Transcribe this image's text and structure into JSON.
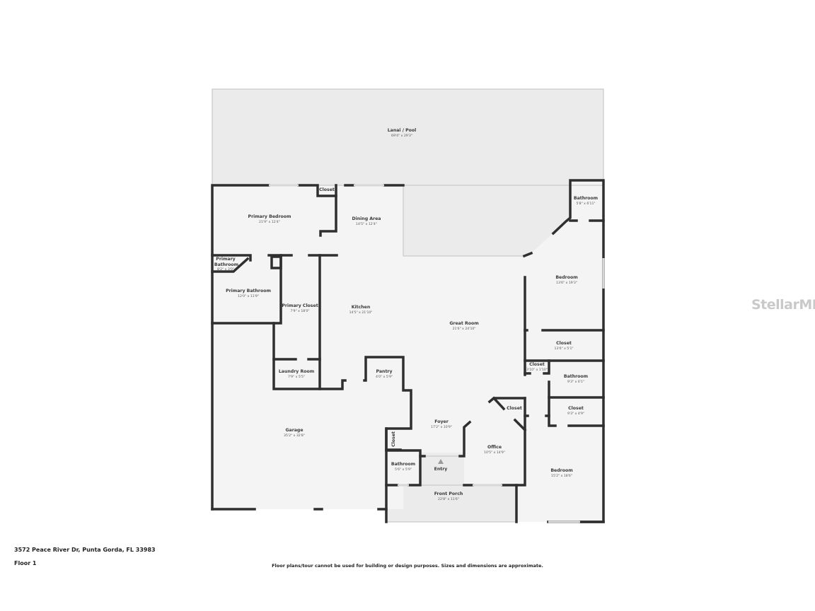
{
  "rooms": {
    "lanai": {
      "name": "Lanai / Pool",
      "dim": "69'4\" x 29'3\""
    },
    "primary_bedroom": {
      "name": "Primary Bedroom",
      "dim": "21'9\" x 12'4\""
    },
    "primary_bedroom_closet": {
      "name": "Closet"
    },
    "dining": {
      "name": "Dining Area",
      "dim": "14'5\" x 12'4\""
    },
    "primary_bathroom_small": {
      "name_line1": "Primary",
      "name_line2": "Bathroom",
      "dim": "8'2\" x 3'0\""
    },
    "primary_bathroom": {
      "name": "Primary Bathroom",
      "dim": "12'0\" x 11'9\""
    },
    "primary_closet": {
      "name": "Primary Closet",
      "dim": "7'9\" x 18'0\""
    },
    "kitchen": {
      "name": "Kitchen",
      "dim": "14'5\" x 21'10\""
    },
    "great_room": {
      "name": "Great Room",
      "dim": "21'6\" x 24'10\""
    },
    "bathroom_ne": {
      "name": "Bathroom",
      "dim": "5'8\" x 6'11\""
    },
    "bedroom_e": {
      "name": "Bedroom",
      "dim": "13'6\" x 19'3\""
    },
    "closet_e": {
      "name": "Closet",
      "dim": "13'6\" x 5'1\""
    },
    "closet_small": {
      "name": "Closet",
      "dim": "3'10\" x 1'10\""
    },
    "bathroom_e": {
      "name": "Bathroom",
      "dim": "9'3\" x 6'1\""
    },
    "closet_se": {
      "name": "Closet",
      "dim": "9'3\" x 4'9\""
    },
    "laundry": {
      "name": "Laundry Room",
      "dim": "7'9\" x 5'5\""
    },
    "pantry": {
      "name": "Pantry",
      "dim": "4'0\" x 5'9\""
    },
    "garage": {
      "name": "Garage",
      "dim": "35'2\" x 32'8\""
    },
    "foyer": {
      "name": "Foyer",
      "dim": "17'2\" x 10'9\""
    },
    "closet_foyer": {
      "name": "Closet"
    },
    "closet_office": {
      "name": "Closet"
    },
    "office": {
      "name": "Office",
      "dim": "10'5\" x 14'9\""
    },
    "bathroom_s": {
      "name": "Bathroom",
      "dim": "5'6\" x 5'9\""
    },
    "entry": {
      "name": "Entry"
    },
    "front_porch": {
      "name": "Front Porch",
      "dim": "22'8\" x 11'6\""
    },
    "bedroom_se": {
      "name": "Bedroom",
      "dim": "15'2\" x 18'6\""
    }
  },
  "footer": {
    "address": "3572 Peace River Dr, Punta Gorda, FL 33983",
    "floor": "Floor 1",
    "disclaimer": "Floor plans/tour cannot be used for building or design purposes. Sizes and dimensions are approximate."
  },
  "watermark": "StellarMLS",
  "colors": {
    "wall": "#2f2f2f",
    "floor": "#f4f4f4",
    "outdoor": "#ebebeb"
  }
}
